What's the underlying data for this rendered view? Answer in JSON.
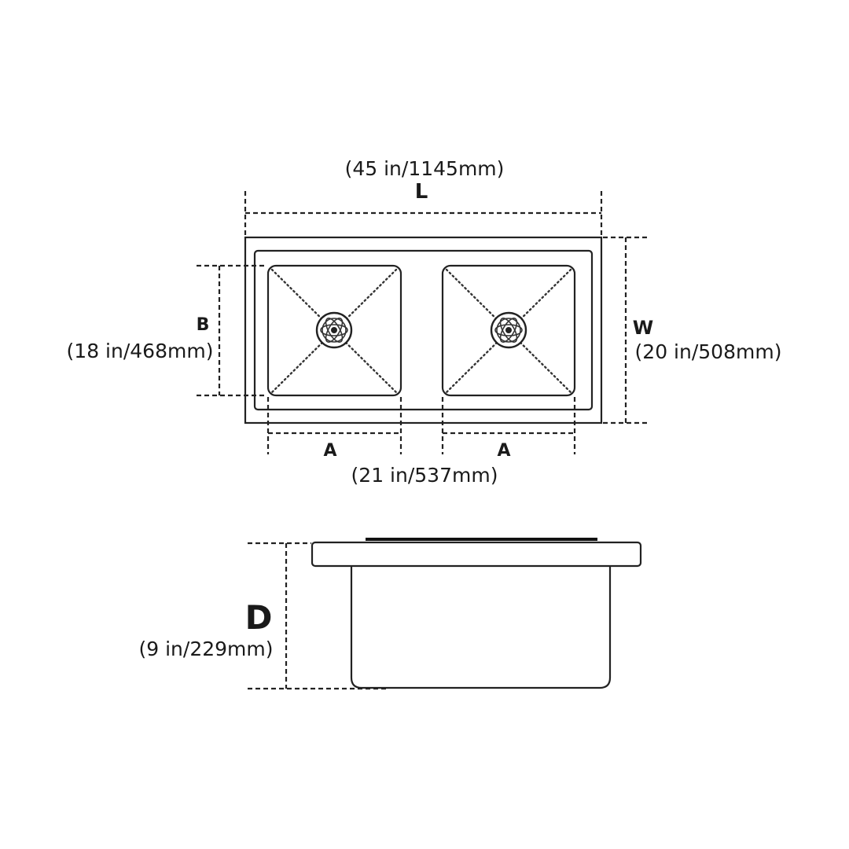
{
  "dimensions": {
    "length": {
      "letter": "L",
      "value": "(45 in/1145mm)"
    },
    "width": {
      "letter": "W",
      "value": "(20 in/508mm)"
    },
    "bowl_depth_front": {
      "letter": "B",
      "value": "(18 in/468mm)"
    },
    "bowl_width": {
      "letter": "A",
      "value": "(21 in/537mm)"
    },
    "depth": {
      "letter": "D",
      "value": "(9 in/229mm)"
    }
  },
  "bowl_count": 2
}
